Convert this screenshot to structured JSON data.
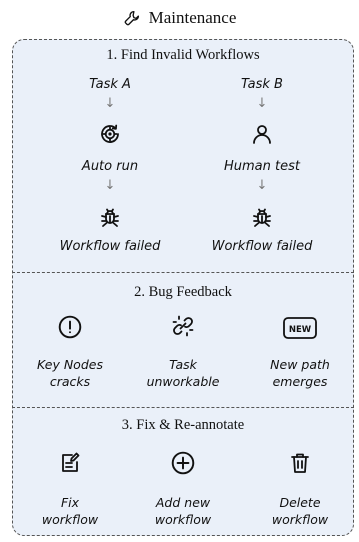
{
  "title": "Maintenance",
  "sections": [
    {
      "title": "1. Find Invalid Workflows",
      "left": {
        "task": "Task A",
        "step": "Auto run",
        "result": "Workflow failed"
      },
      "right": {
        "task": "Task B",
        "step": "Human test",
        "result": "Workflow failed"
      },
      "arrow": "↓"
    },
    {
      "title": "2. Bug Feedback",
      "items": [
        {
          "icon": "exclamation-circle-icon",
          "line1": "Key Nodes",
          "line2": "cracks"
        },
        {
          "icon": "broken-link-icon",
          "line1": "Task",
          "line2": "unworkable"
        },
        {
          "icon": "new-badge-icon",
          "badge": "NEW",
          "line1": "New path",
          "line2": "emerges"
        }
      ]
    },
    {
      "title": "3. Fix & Re-annotate",
      "items": [
        {
          "icon": "edit-document-icon",
          "line1": "Fix",
          "line2": "workflow"
        },
        {
          "icon": "add-circle-icon",
          "line1": "Add new",
          "line2": "workflow"
        },
        {
          "icon": "trash-icon",
          "line1": "Delete",
          "line2": "workflow"
        }
      ]
    }
  ]
}
